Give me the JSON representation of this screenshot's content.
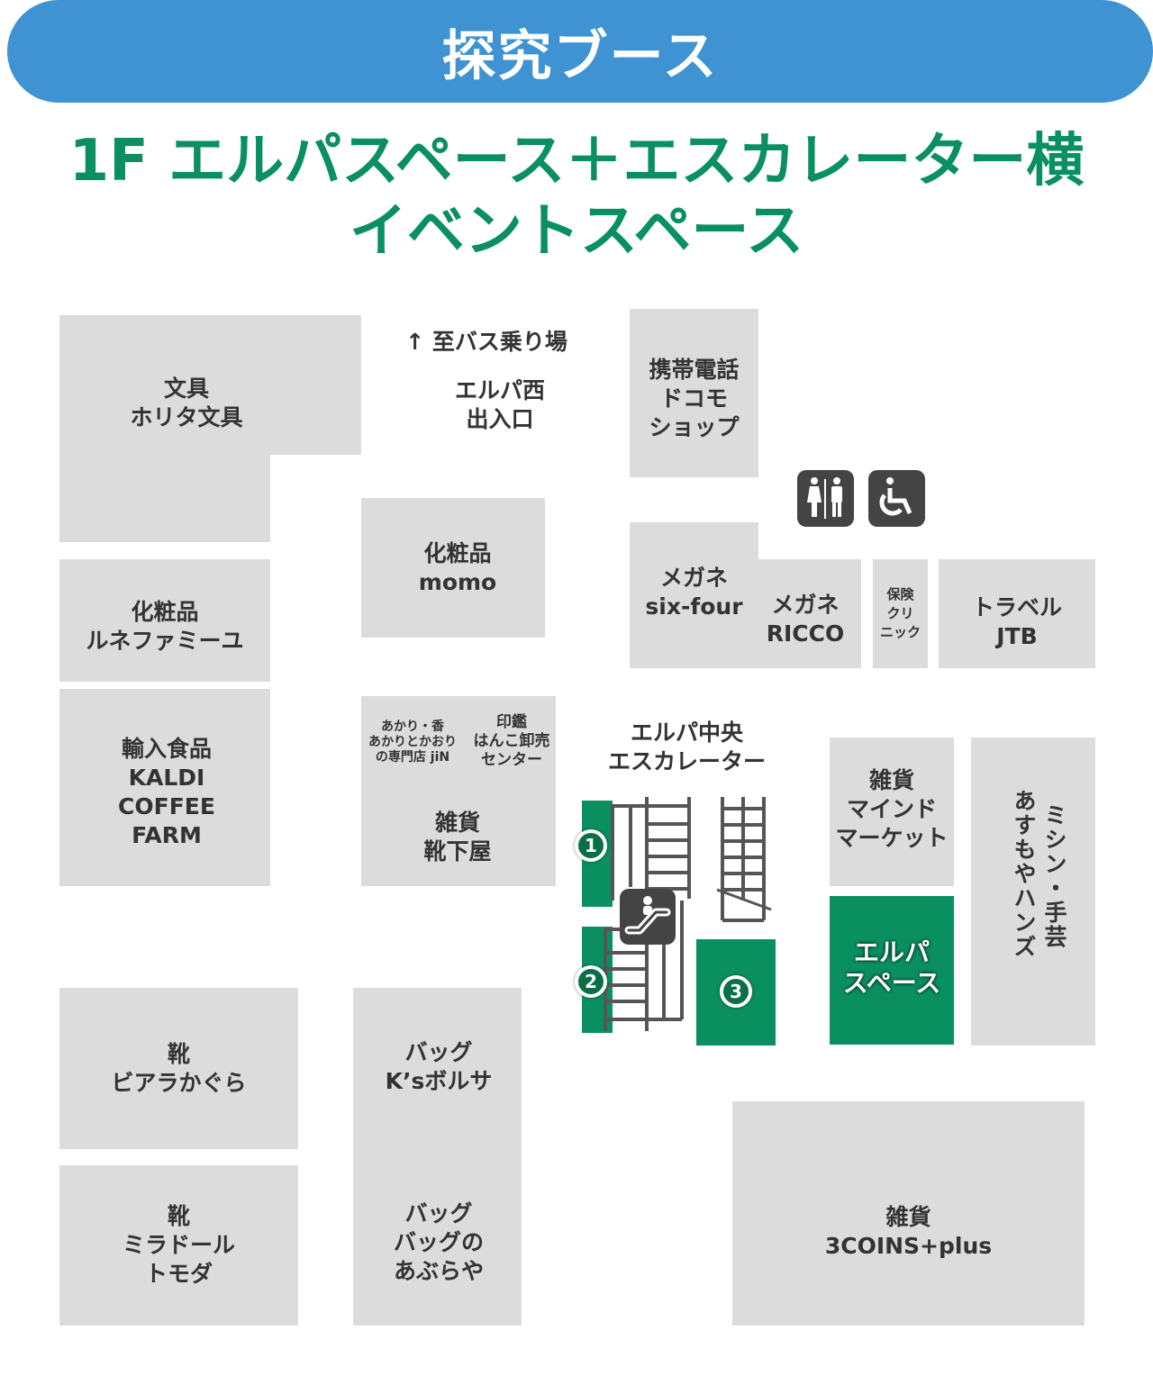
{
  "header": {
    "title": "探究ブース"
  },
  "subtitle": {
    "line1": "1F エルパスペース＋エスカレーター横",
    "line2": "イベントスペース"
  },
  "labels": {
    "bus": "↑ 至バス乗り場",
    "west_entrance": [
      "エルパ西",
      "出入口"
    ],
    "escalator": [
      "エルパ中央",
      "エスカレーター"
    ]
  },
  "shops": {
    "horita": [
      "文具",
      "ホリタ文具"
    ],
    "renefamille": [
      "化粧品",
      "ルネファミーユ"
    ],
    "kaldi": [
      "輸入食品",
      "KALDI",
      "COFFEE",
      "FARM"
    ],
    "viara": [
      "靴",
      "ビアラかぐら"
    ],
    "miradoll": [
      "靴",
      "ミラドール",
      "トモダ"
    ],
    "momo": [
      "化粧品",
      "momo"
    ],
    "jin": [
      "あかり・香",
      "あかりとかおり",
      "の専門店 jiN"
    ],
    "inkan": [
      "印鑑",
      "はんこ卸売",
      "センター"
    ],
    "kutsushitaya": [
      "雑貨",
      "靴下屋"
    ],
    "ksbolsa": [
      "バッグ",
      "K’sボルサ"
    ],
    "aburaya": [
      "バッグ",
      "バッグの",
      "あぶらや"
    ],
    "docomo": [
      "携帯電話",
      "ドコモ",
      "ショップ"
    ],
    "sixfour": [
      "メガネ",
      "six-four"
    ],
    "ricco": [
      "メガネ",
      "RICCO"
    ],
    "hoken": [
      "保険",
      "クリ",
      "ニック"
    ],
    "jtb": [
      "トラベル",
      "JTB"
    ],
    "mind": [
      "雑貨",
      "マインド",
      "マーケット"
    ],
    "elpaspace": [
      "エルパ",
      "スペース"
    ],
    "mishin": [
      "ミシン・手芸",
      "あすもやハンズ"
    ],
    "3coins": [
      "雑貨",
      "3COINS+plus"
    ]
  },
  "markers": [
    "1",
    "2",
    "3"
  ],
  "icons": [
    "restroom-icon",
    "wheelchair-icon",
    "escalator-icon"
  ],
  "colors": {
    "header": "#3f93d3",
    "green": "#0a9060",
    "block": "#dcdcdc"
  }
}
